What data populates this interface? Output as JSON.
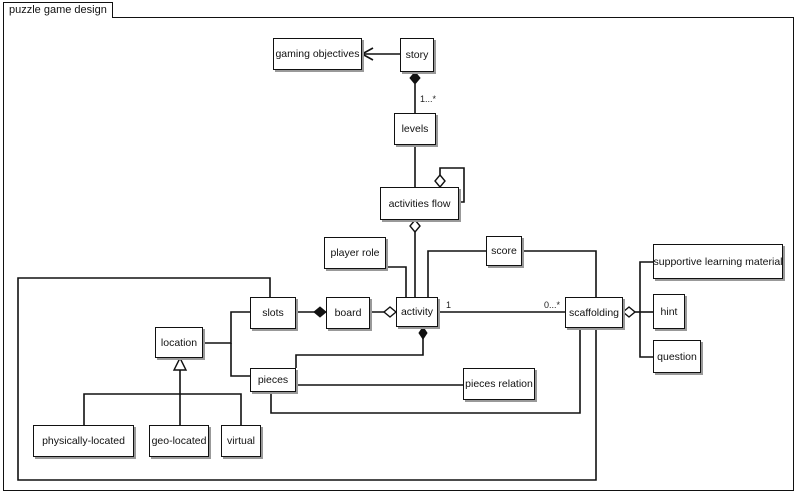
{
  "diagram": {
    "frame_title": "puzzle game design",
    "classes": {
      "gaming_objectives": "gaming objectives",
      "story": "story",
      "levels": "levels",
      "activities_flow": "activities flow",
      "player_role": "player role",
      "score": "score",
      "slots": "slots",
      "board": "board",
      "activity": "activity",
      "scaffolding": "scaffolding",
      "location": "location",
      "pieces": "pieces",
      "pieces_relation": "pieces relation",
      "physically_located": "physically-located",
      "geo_located": "geo-located",
      "virtual": "virtual",
      "supportive_learning_material": "supportive learning material",
      "hint": "hint",
      "question": "question"
    },
    "multiplicities": {
      "story_levels": "1...*",
      "activity_end": "1",
      "scaffolding_end": "0...*"
    }
  }
}
